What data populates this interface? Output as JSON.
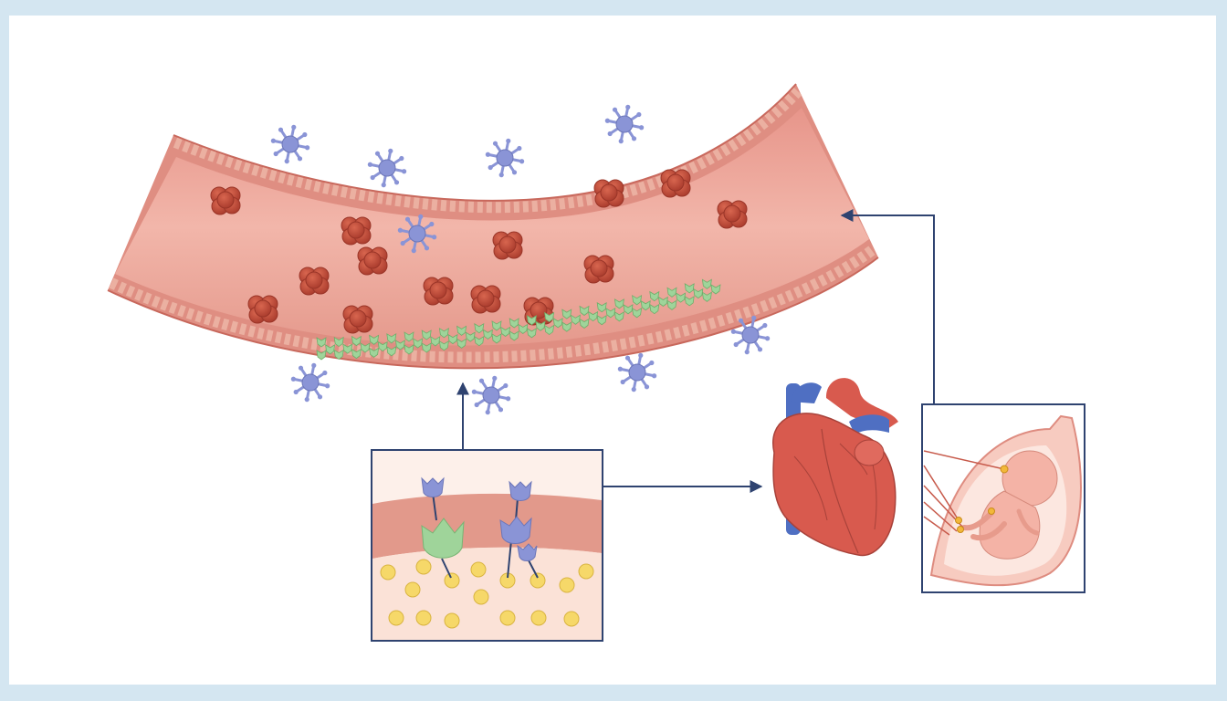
{
  "colors": {
    "page_border": "#d4e6f1",
    "canvas": "#ffffff",
    "vessel_wall": "#e08f83",
    "vessel_lumen": "#eeaca0",
    "red_cell": "#c64e3c",
    "immune_cell": "#8a94d6",
    "platelet": "#9fd49a",
    "connector": "#2f4370",
    "lipid_droplet": "#f6d869",
    "tissue": "#fbe1d6",
    "heart_red": "#d85a4e",
    "heart_blue": "#4f6fc2",
    "fetus": "#f4b3a6"
  },
  "panels": {
    "vessel": {
      "name": "blood-vessel"
    },
    "receptor_inset": {
      "name": "receptor-binding-inset"
    },
    "heart": {
      "name": "heart-illustration"
    },
    "pregnancy_inset": {
      "name": "pregnancy-inset"
    }
  },
  "icons": [
    "immune-cell-icon",
    "red-blood-cell-cluster-icon",
    "platelet-icon",
    "heart-icon",
    "fetus-icon",
    "receptor-icon",
    "arrow-icon"
  ]
}
